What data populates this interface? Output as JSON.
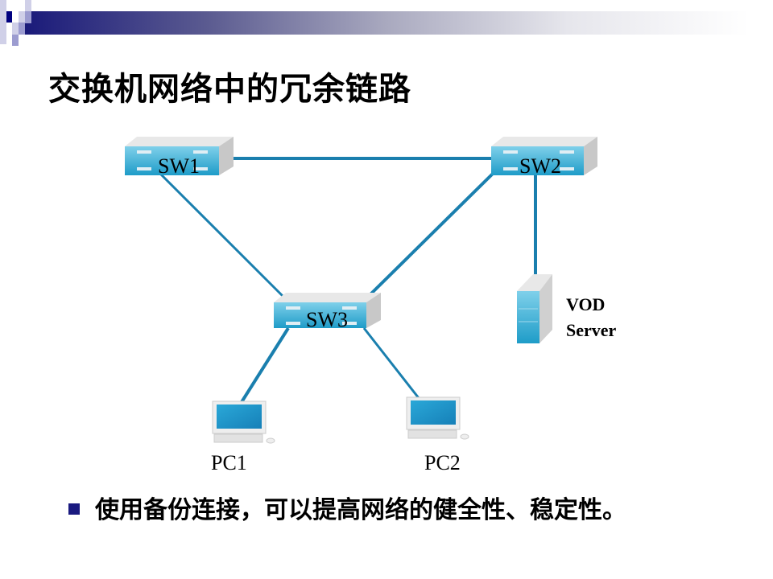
{
  "slide": {
    "title": "交换机网络中的冗余链路",
    "bullet": "使用备份连接，可以提高网络的健全性、稳定性。"
  },
  "diagram": {
    "switches": [
      {
        "label": "SW1"
      },
      {
        "label": "SW2"
      },
      {
        "label": "SW3"
      }
    ],
    "server": {
      "line1": "VOD",
      "line2": "Server"
    },
    "pcs": [
      {
        "label": "PC1"
      },
      {
        "label": "PC2"
      }
    ]
  },
  "colors": {
    "accent": "#1a1a80",
    "link": "#1a8ab8",
    "device": "#3bb0d8"
  }
}
